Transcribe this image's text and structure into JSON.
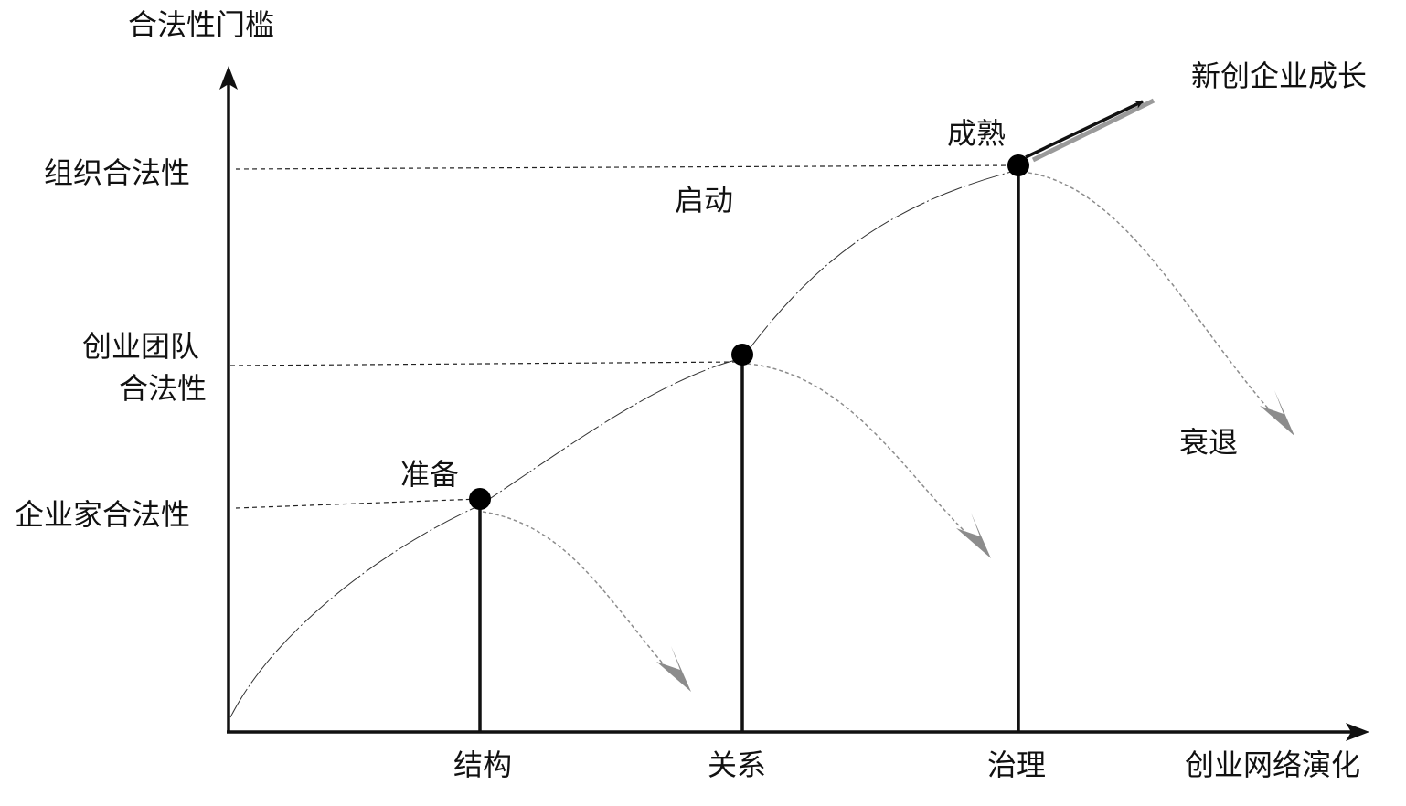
{
  "axes": {
    "y_title": "合法性门槛",
    "x_title": "创业网络演化"
  },
  "y_levels": [
    {
      "label_lines": [
        "企业家合法性"
      ]
    },
    {
      "label_lines": [
        "创业团队",
        "合法性"
      ]
    },
    {
      "label_lines": [
        "组织合法性"
      ]
    }
  ],
  "x_stages": [
    "结构",
    "关系",
    "治理"
  ],
  "points": [
    "准备",
    "启动",
    "成熟"
  ],
  "outcomes": {
    "growth": "新创企业成长",
    "decline": "衰退"
  },
  "colors": {
    "axis": "#111111",
    "curve": "#333333",
    "decline_arrow": "#8c8c8c",
    "growth_arrow": "#111111"
  }
}
